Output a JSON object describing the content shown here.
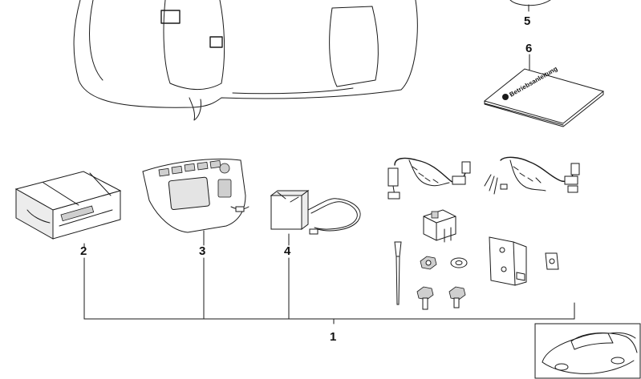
{
  "labels": {
    "part1": "1",
    "part2": "2",
    "part3": "3",
    "part4": "4",
    "part5": "5",
    "part6": "6"
  },
  "manual_title": "Betriebsanleitung"
}
